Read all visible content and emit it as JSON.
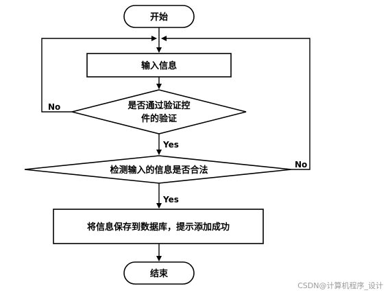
{
  "flowchart": {
    "start": "开始",
    "input": "输入信息",
    "validate_line1": "是否通过验证控",
    "validate_line2": "件的验证",
    "check": "检测输入的信息是否合法",
    "save": "将信息保存到数据库，提示添加成功",
    "end": "结束",
    "yes_label": "Yes",
    "no_label": "No"
  },
  "watermark": "CSDN@计算机程序_设计"
}
